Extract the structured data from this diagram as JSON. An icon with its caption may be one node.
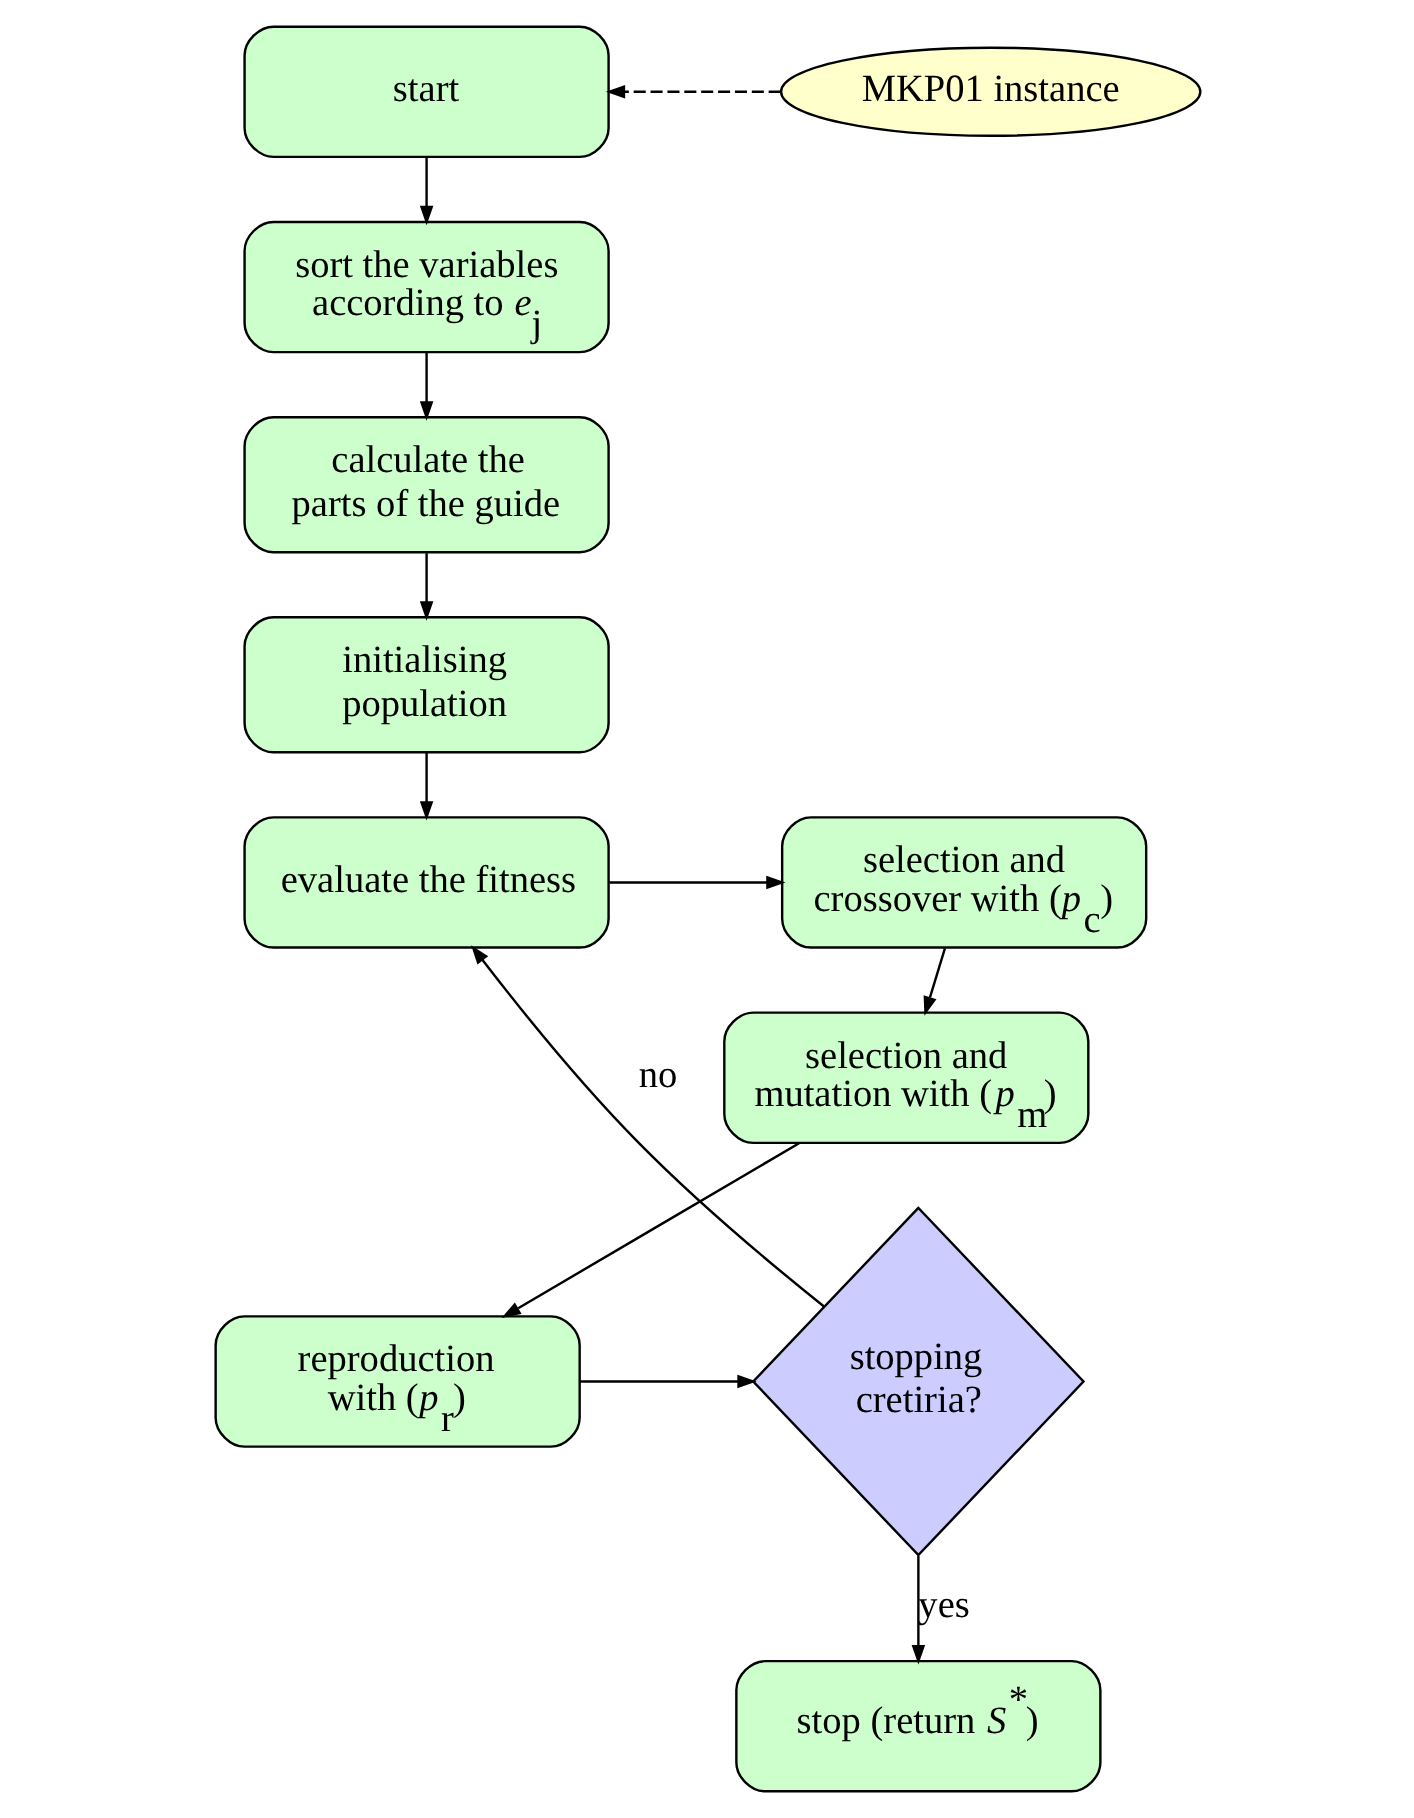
{
  "diagram": {
    "nodes": [
      {
        "text": [
          "start"
        ]
      },
      {
        "text": [
          "MKP01 instance"
        ]
      },
      {
        "text": [
          "sort the variables according to *e*$_{j}$"
        ]
      },
      {
        "text": [
          "calculate the parts of the guide"
        ]
      },
      {
        "text": [
          "initialising population"
        ]
      },
      {
        "text": [
          "evaluate the fitness"
        ]
      },
      {
        "text": [
          "selection and crossover with (*p*$_{c}$)"
        ]
      },
      {
        "text": [
          "selection and mutation with (*p*$_{m}$)"
        ]
      },
      {
        "text": [
          "reproduction with (*p*$_{r}$)"
        ]
      },
      {
        "text": [
          "stopping cretiria?"
        ]
      },
      {
        "text": [
          "stop (return *S*$^{*}$)"
        ]
      }
    ],
    "edges": [
      {
        "from": 1,
        "to": 0,
        "arrow": "to",
        "style": "dashed"
      },
      {
        "from": 0,
        "to": 2,
        "arrow": "to"
      },
      {
        "from": 2,
        "to": 3,
        "arrow": "to"
      },
      {
        "from": 3,
        "to": 4,
        "arrow": "to"
      },
      {
        "from": 4,
        "to": 5,
        "arrow": "to"
      },
      {
        "from": 5,
        "to": 6,
        "arrow": "to"
      },
      {
        "from": 6,
        "to": 7,
        "arrow": "to"
      },
      {
        "from": 7,
        "to": 8,
        "arrow": "to"
      },
      {
        "from": 8,
        "to": 9,
        "arrow": "to"
      },
      {
        "from": 9,
        "to": 5,
        "label": "no",
        "arrow": "to"
      },
      {
        "from": 9,
        "to": 10,
        "label": "yes",
        "arrow": "to"
      }
    ]
  }
}
